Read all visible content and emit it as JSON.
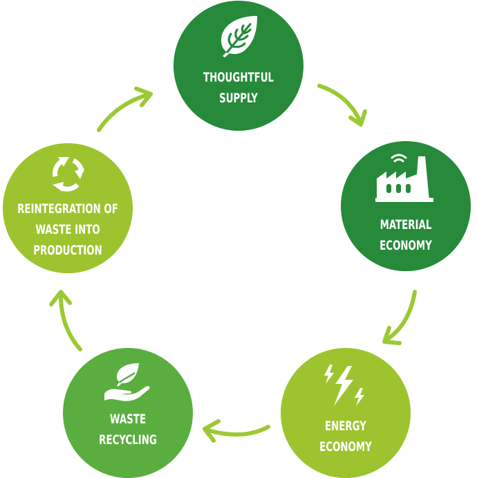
{
  "diagram": {
    "type": "cycle",
    "colors": {
      "dark_green": "#268a3a",
      "medium_green": "#5aae3f",
      "light_green": "#9dc42f",
      "arrow": "#9cc933",
      "text": "#ffffff"
    },
    "nodes": [
      {
        "id": "thoughtful-supply",
        "lines": [
          "THOUGHTFUL",
          "SUPPLY"
        ],
        "icon": "leaf-icon",
        "color": "#268a3a"
      },
      {
        "id": "material-economy",
        "lines": [
          "MATERIAL",
          "ECONOMY"
        ],
        "icon": "factory-icon",
        "color": "#268a3a"
      },
      {
        "id": "energy-economy",
        "lines": [
          "ENERGY",
          "ECONOMY"
        ],
        "icon": "lightning-icon",
        "color": "#9dc42f"
      },
      {
        "id": "waste-recycling",
        "lines": [
          "WASTE",
          "RECYCLING"
        ],
        "icon": "hand-leaf-icon",
        "color": "#5aae3f"
      },
      {
        "id": "reintegration",
        "lines": [
          "REINTEGRATION OF",
          "WASTE INTO",
          "PRODUCTION"
        ],
        "icon": "recycle-arrows-icon",
        "color": "#9dc42f"
      }
    ],
    "edges": [
      {
        "from": "thoughtful-supply",
        "to": "material-economy"
      },
      {
        "from": "material-economy",
        "to": "energy-economy"
      },
      {
        "from": "energy-economy",
        "to": "waste-recycling"
      },
      {
        "from": "waste-recycling",
        "to": "reintegration"
      },
      {
        "from": "reintegration",
        "to": "thoughtful-supply"
      }
    ]
  }
}
